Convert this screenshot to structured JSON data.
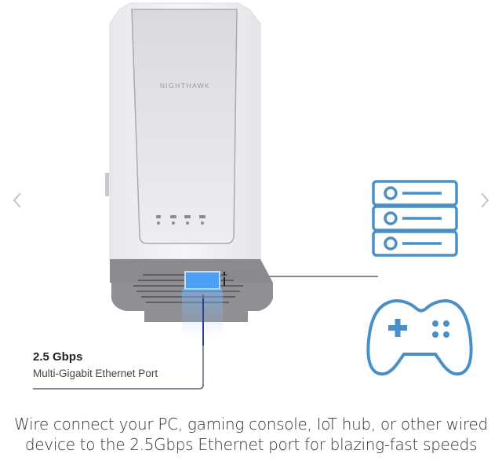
{
  "product": {
    "brand_label": "NIGHTHAWK",
    "led_icons": [
      "power-led",
      "router-link-led",
      "client-link-led",
      "wifi-led"
    ]
  },
  "callout": {
    "title": "2.5 Gbps",
    "subtitle": "Multi-Gigabit Ethernet Port"
  },
  "icons": {
    "server": "server-rack-icon",
    "gamepad": "game-controller-icon"
  },
  "navigation": {
    "prev": "chevron-left-icon",
    "next": "chevron-right-icon"
  },
  "description": {
    "line1": "Wire connect your PC, gaming console, IoT hub, or other wired",
    "line2": "device to the 2.5Gbps Ethernet port for blazing-fast speeds"
  },
  "colors": {
    "icon_blue": "#4a90c8",
    "line_gray": "#7f8a90",
    "port_glow": "#5aa8f0",
    "device_white": "#f2f3f5",
    "device_gray": "#8c8c90"
  }
}
